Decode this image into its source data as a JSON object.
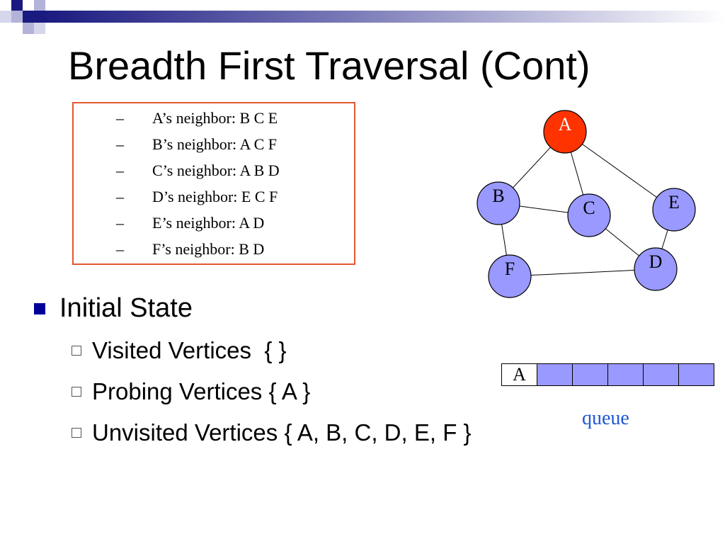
{
  "slide": {
    "title": "Breadth First Traversal (Cont)"
  },
  "neighbors": [
    {
      "dash": "–",
      "text": "A’s neighbor: B C E"
    },
    {
      "dash": "–",
      "text": "B’s neighbor: A C F"
    },
    {
      "dash": "–",
      "text": "C’s neighbor: A B D"
    },
    {
      "dash": "–",
      "text": "D’s neighbor: E C F"
    },
    {
      "dash": "–",
      "text": "E’s neighbor: A D"
    },
    {
      "dash": "–",
      "text": "F’s neighbor: B D"
    }
  ],
  "graph": {
    "nodes": [
      {
        "id": "A",
        "label": "A",
        "highlighted": true
      },
      {
        "id": "B",
        "label": "B",
        "highlighted": false
      },
      {
        "id": "C",
        "label": "C",
        "highlighted": false
      },
      {
        "id": "D",
        "label": "D",
        "highlighted": false
      },
      {
        "id": "E",
        "label": "E",
        "highlighted": false
      },
      {
        "id": "F",
        "label": "F",
        "highlighted": false
      }
    ],
    "edges": [
      [
        "A",
        "B"
      ],
      [
        "A",
        "C"
      ],
      [
        "A",
        "E"
      ],
      [
        "B",
        "C"
      ],
      [
        "B",
        "F"
      ],
      [
        "C",
        "D"
      ],
      [
        "D",
        "E"
      ],
      [
        "D",
        "F"
      ]
    ]
  },
  "state": {
    "heading": "Initial State",
    "items": [
      "Visited Vertices  { }",
      "Probing Vertices { A }",
      "Unvisited Vertices { A, B, C, D, E, F }"
    ]
  },
  "queue": {
    "label": "queue",
    "cells": [
      "A",
      "",
      "",
      "",
      "",
      ""
    ]
  },
  "colors": {
    "node_fill": "#9999ff",
    "node_highlight_fill": "#ff3300",
    "node_highlight_text": "#ffffff",
    "box_border": "#e5572e",
    "queue_empty_fill": "#9999ff",
    "queue_label": "#1f57d6",
    "bullet": "#000099"
  }
}
